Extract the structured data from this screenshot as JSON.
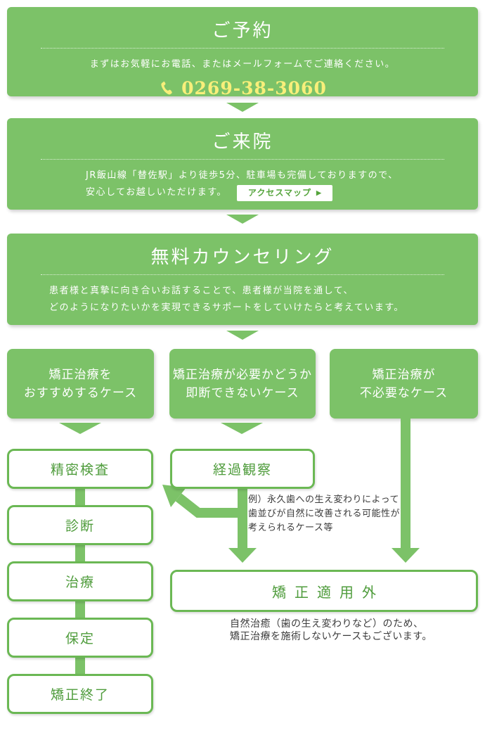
{
  "colors": {
    "main_green": "#7cc268",
    "box_border_green": "#6bb854",
    "green_text": "#4f9c3c",
    "phone_yellow": "#f8ef7a",
    "note_gray": "#3c3c3c"
  },
  "steps": [
    {
      "title": "ご予約",
      "body": "まずはお気軽にお電話、またはメールフォームでご連絡ください。",
      "phone": "0269-38-3060"
    },
    {
      "title": "ご来院",
      "body_line1": "JR飯山線「替佐駅」より徒歩5分、駐車場も完備しておりますので、",
      "body_line2": "安心してお越しいただけます。",
      "map_button": "アクセスマップ"
    },
    {
      "title": "無料カウンセリング",
      "body_line1": "患者様と真摯に向き合いお話することで、患者様が当院を通して、",
      "body_line2": "どのようになりたいかを実現できるサポートをしていけたらと考えています。"
    }
  ],
  "cases": [
    {
      "line1": "矯正治療を",
      "line2": "おすすめするケース"
    },
    {
      "line1": "矯正治療が必要かどうか",
      "line2": "即断できないケース"
    },
    {
      "line1": "矯正治療が",
      "line2": "不必要なケース"
    }
  ],
  "left_flow": [
    "精密検査",
    "診断",
    "治療",
    "保定",
    "矯正終了"
  ],
  "observation": {
    "label": "経過観察",
    "note_line1": "例）永久歯への生え変わりによって",
    "note_line2": "歯並びが自然に改善される可能性が",
    "note_line3": "考えられるケース等"
  },
  "not_applicable": {
    "label": "矯正適用外",
    "note_line1": "自然治癒（歯の生え変わりなど）のため、",
    "note_line2": "矯正治療を施術しないケースもございます。"
  },
  "icons": {
    "play": "▶"
  }
}
